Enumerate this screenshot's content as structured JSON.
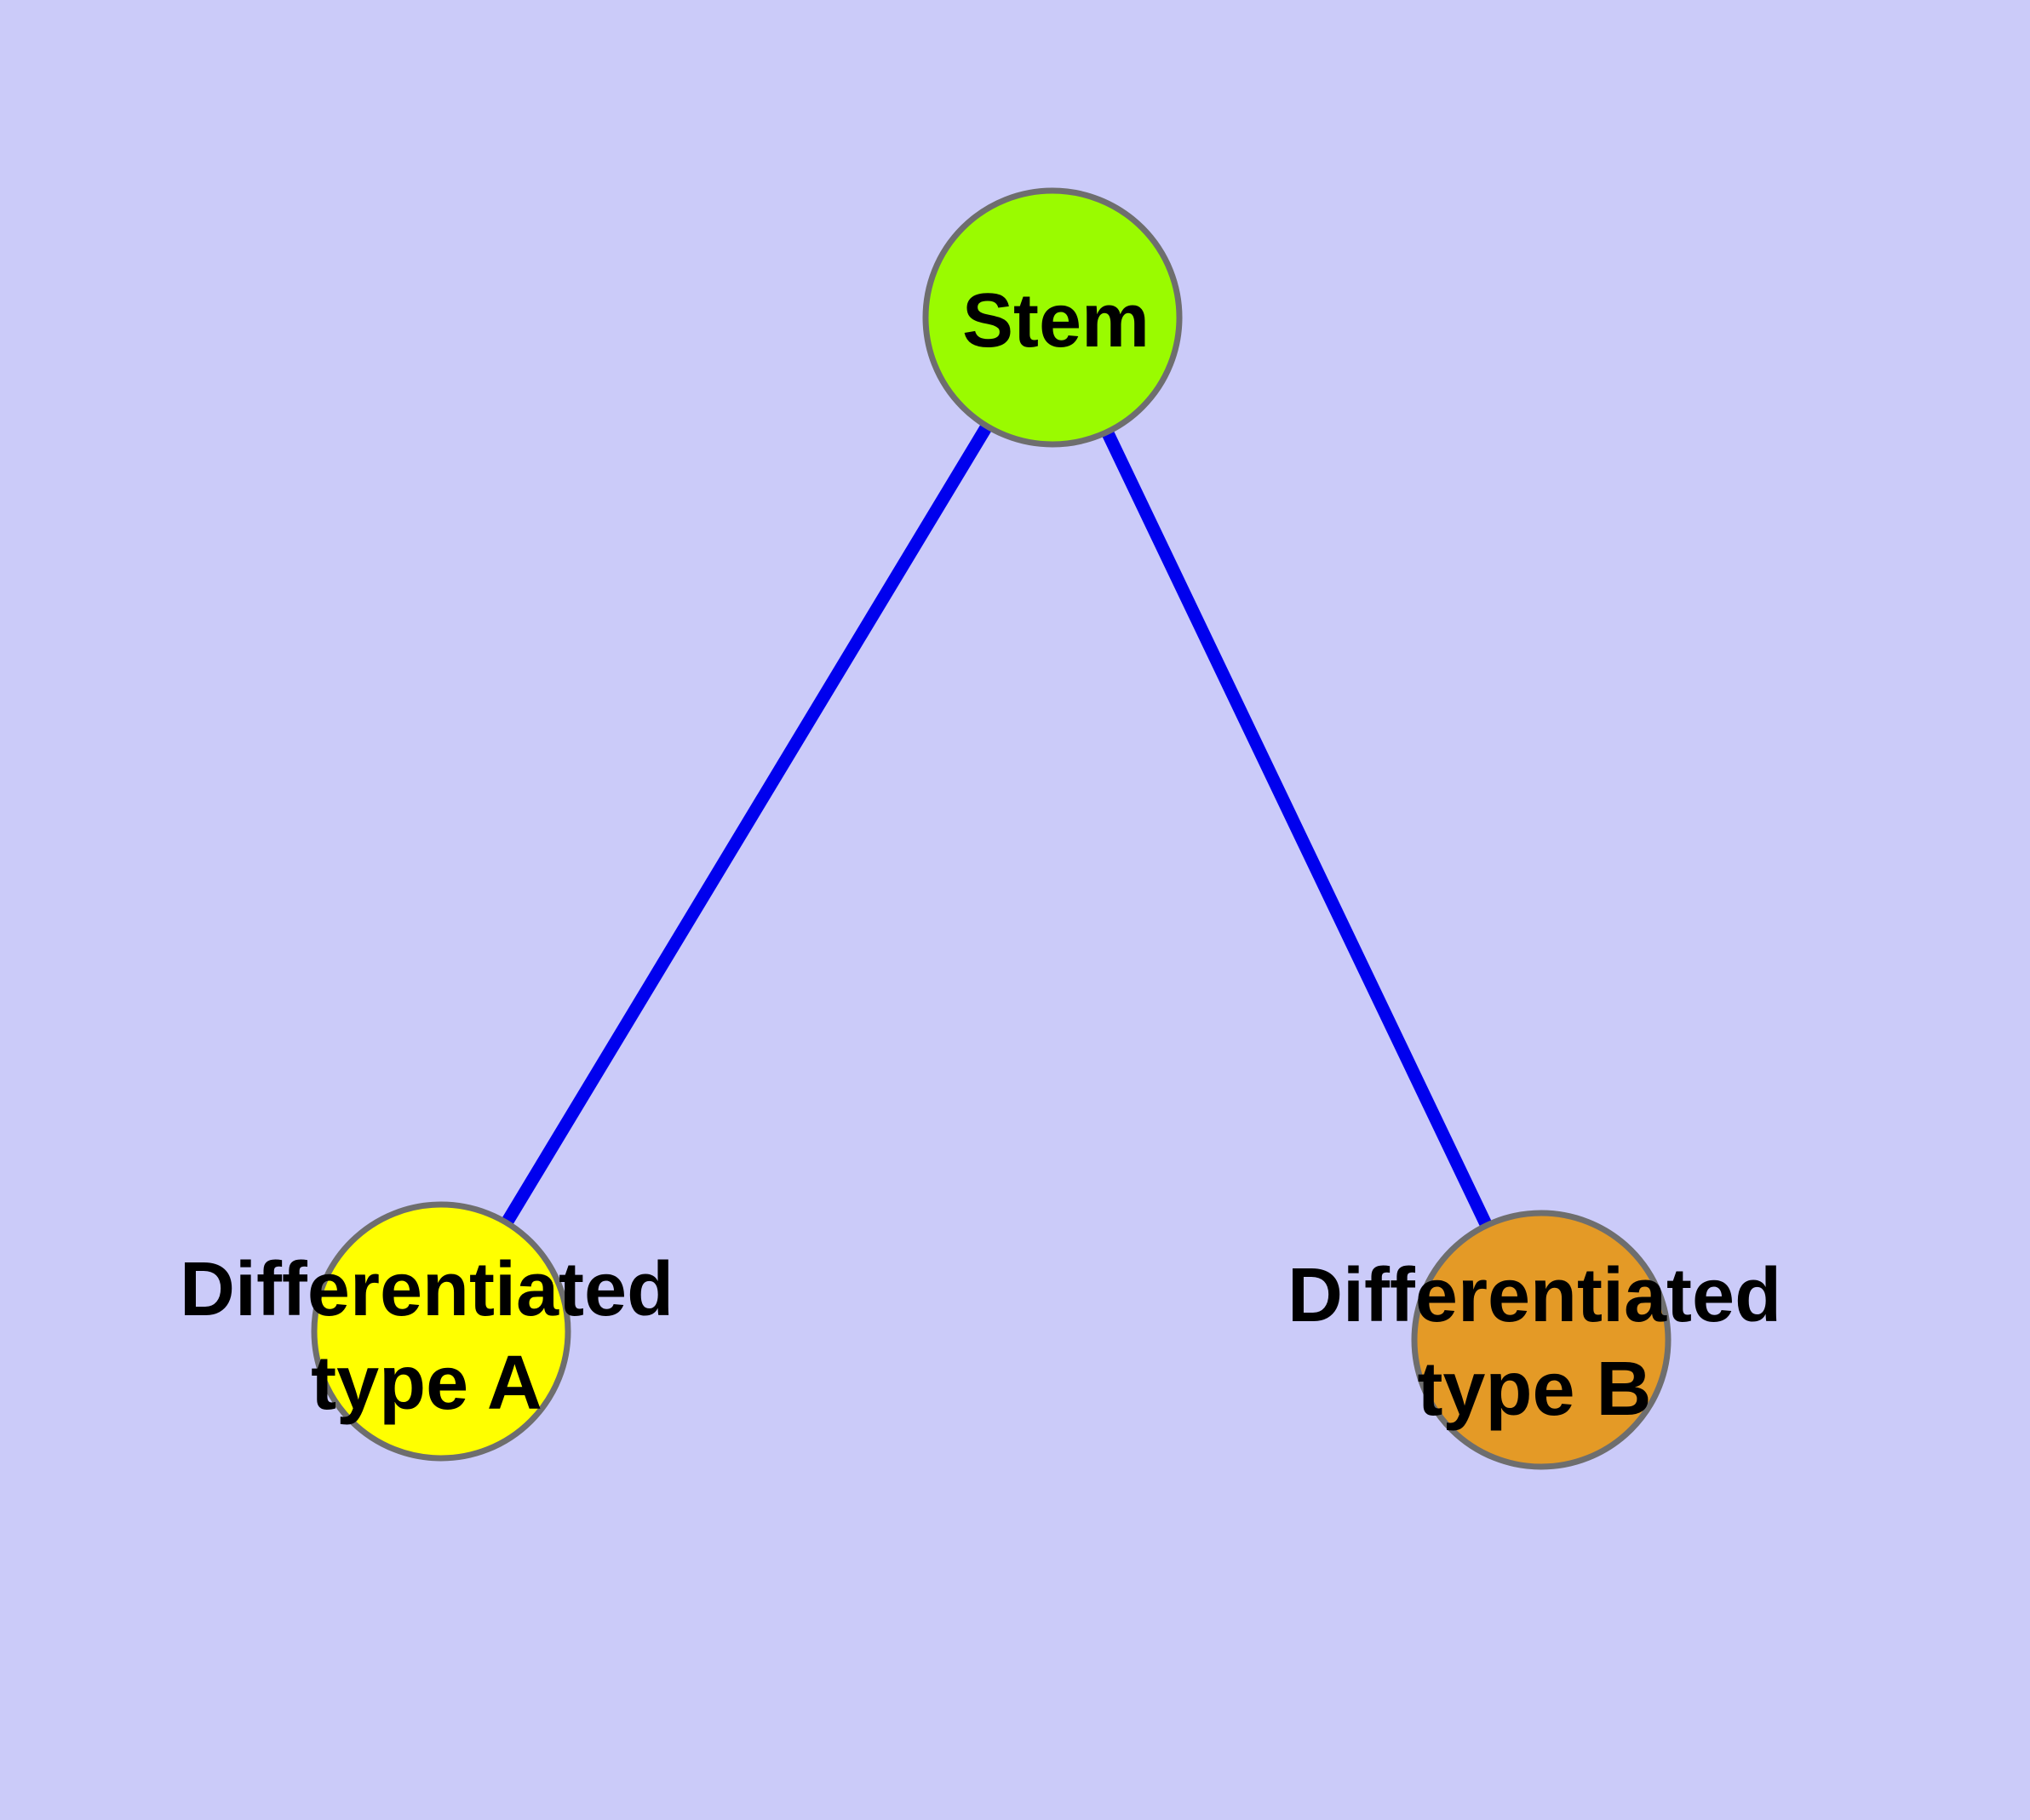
{
  "diagram": {
    "background_color": "#CBCBF9",
    "edge_color": "#0000EE",
    "node_border_color": "#6E6E6E",
    "text_color": "#000000",
    "nodes": {
      "stem": {
        "label": "Stem",
        "fill": "#9AFB00"
      },
      "type_a": {
        "label": "Differentiated type A",
        "line1": "Differentiated",
        "line2": "type A",
        "fill": "#FFFF00"
      },
      "type_b": {
        "label": "Differentiated type B",
        "line1": "Differentiated",
        "line2": "type B",
        "fill": "#E49A26"
      }
    },
    "edges": [
      {
        "from": "Stem",
        "to": "Differentiated type A"
      },
      {
        "from": "Stem",
        "to": "Differentiated type B"
      }
    ]
  }
}
